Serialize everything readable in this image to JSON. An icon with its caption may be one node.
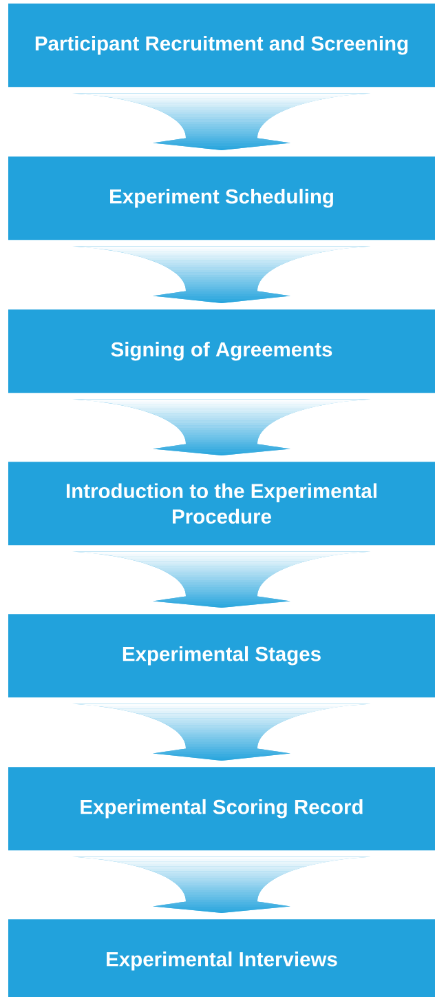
{
  "diagram": {
    "nodes": [
      {
        "text": [
          "Participant Recruitment and Screening"
        ]
      },
      {
        "text": [
          "Experiment Scheduling"
        ]
      },
      {
        "text": [
          "Signing of Agreements"
        ]
      },
      {
        "text": [
          "Introduction to the Experimental Procedure"
        ]
      },
      {
        "text": [
          "Experimental Stages"
        ]
      },
      {
        "text": [
          "Experimental Scoring Record"
        ]
      },
      {
        "text": [
          "Experimental Interviews"
        ]
      }
    ],
    "edges": [
      {
        "from": 0,
        "to": 1,
        "arrow": "to"
      },
      {
        "from": 1,
        "to": 2,
        "arrow": "to"
      },
      {
        "from": 2,
        "to": 3,
        "arrow": "to"
      },
      {
        "from": 3,
        "to": 4,
        "arrow": "to"
      },
      {
        "from": 4,
        "to": 5,
        "arrow": "to"
      },
      {
        "from": 5,
        "to": 6,
        "arrow": "to"
      }
    ]
  }
}
